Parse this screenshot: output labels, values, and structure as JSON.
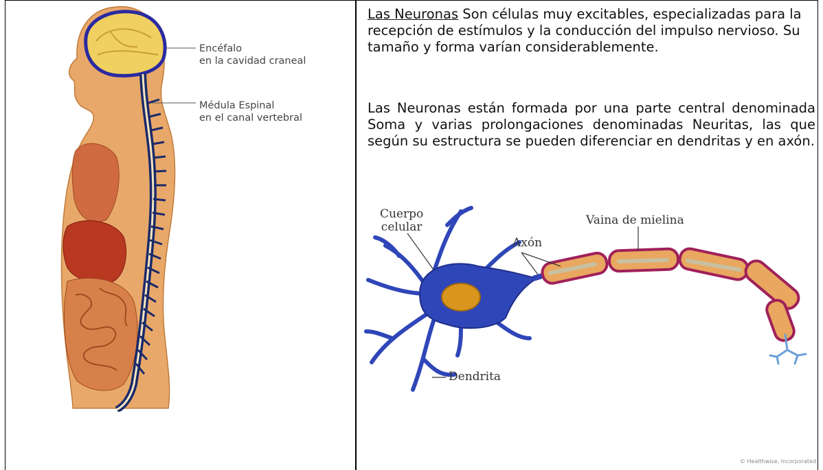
{
  "left_figure": {
    "brain_label_line1": "Encéfalo",
    "brain_label_line2": "en la cavidad craneal",
    "spine_label_line1": "Médula Espinal",
    "spine_label_line2": "en el canal vertebral"
  },
  "right_text": {
    "p1_heading": "Las Neuronas",
    "p1_body": " Son células muy excitables, especializadas para la recepción de estímulos y la conducción del impulso nervioso. Su tamaño y forma varían considerablemente.",
    "p2": "Las Neuronas están formada por una parte central denominada Soma y varias prolongaciones denominadas Neuritas, las que según su estructura se pueden diferenciar en dendritas y en axón."
  },
  "neuron_figure": {
    "cell_body_line1": "Cuerpo",
    "cell_body_line2": "celular",
    "axon_label": "Axón",
    "myelin_label": "Vaina de mielina",
    "dendrite_label": "Dendrita",
    "credit": "© Healthwise, Incorporated"
  },
  "colors": {
    "skin": "#e8a86a",
    "brain": "#f0d060",
    "brain_outline": "#2a2aa0",
    "spine": "#1a2a6a",
    "neuron_blue": "#2f46b8",
    "nucleus": "#d9961f",
    "myelin_fill": "#e9a75f",
    "myelin_outline": "#a0205a"
  }
}
